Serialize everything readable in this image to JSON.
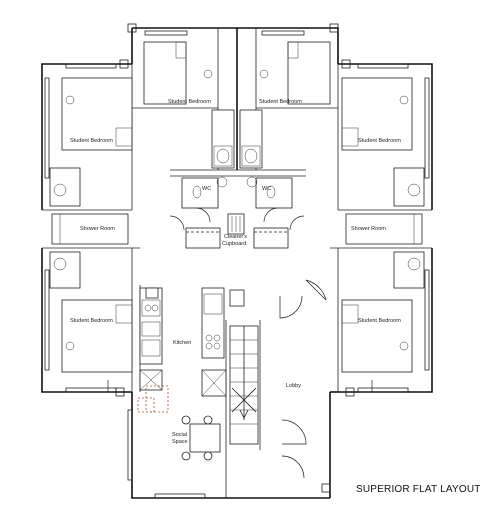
{
  "labels": {
    "bedroom_top_left": "Student Bedroom",
    "bedroom_top_right": "Student Bedroom",
    "bedroom_left_upper": "Student Bedroom",
    "bedroom_right_upper": "Student Bedroom",
    "bedroom_left_lower": "Student Bedroom",
    "bedroom_right_lower": "Student Bedroom",
    "shower_left": "Shower Room",
    "shower_right": "Shower Room",
    "wc_left": "WC",
    "wc_right": "WC",
    "cleaners_line1": "Cleaner's",
    "cleaners_line2": "Cupboard",
    "kitchen": "Kitchen",
    "lobby": "Lobby",
    "social_line1": "Social",
    "social_line2": "Space"
  },
  "title": "SUPERIOR FLAT LAYOUT"
}
